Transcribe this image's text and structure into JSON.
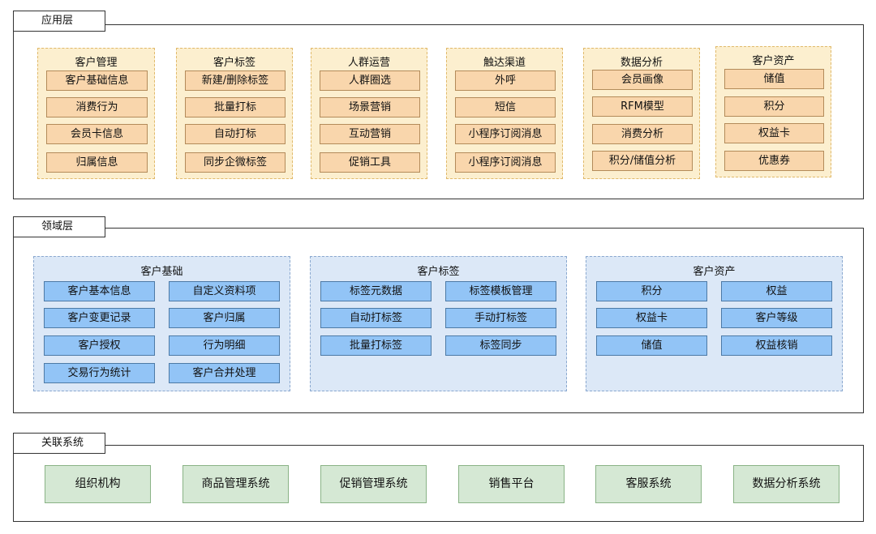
{
  "layers": [
    {
      "title": "应用层",
      "groups": [
        {
          "title": "客户管理",
          "items": [
            "客户基础信息",
            "消费行为",
            "会员卡信息",
            "归属信息"
          ]
        },
        {
          "title": "客户标签",
          "items": [
            "新建/删除标签",
            "批量打标",
            "自动打标",
            "同步企微标签"
          ]
        },
        {
          "title": "人群运营",
          "items": [
            "人群圈选",
            "场景营销",
            "互动营销",
            "促销工具"
          ]
        },
        {
          "title": "触达渠道",
          "items": [
            "外呼",
            "短信",
            "小程序订阅消息",
            "小程序订阅消息"
          ]
        },
        {
          "title": "数据分析",
          "items": [
            "会员画像",
            "RFM模型",
            "消费分析",
            "积分/储值分析"
          ]
        },
        {
          "title": "客户资产",
          "items": [
            "储值",
            "积分",
            "权益卡",
            "优惠券"
          ]
        }
      ]
    },
    {
      "title": "领域层",
      "groups": [
        {
          "title": "客户基础",
          "items": [
            "客户基本信息",
            "自定义资料项",
            "客户变更记录",
            "客户归属",
            "客户授权",
            "行为明细",
            "交易行为统计",
            "客户合并处理"
          ]
        },
        {
          "title": "客户标签",
          "items": [
            "标签元数据",
            "标签模板管理",
            "自动打标签",
            "手动打标签",
            "批量打标签",
            "标签同步"
          ]
        },
        {
          "title": "客户资产",
          "items": [
            "积分",
            "权益",
            "权益卡",
            "客户等级",
            "储值",
            "权益核销"
          ]
        }
      ]
    },
    {
      "title": "关联系统",
      "items": [
        "组织机构",
        "商品管理系统",
        "促销管理系统",
        "销售平台",
        "客服系统",
        "数据分析系统"
      ]
    }
  ]
}
